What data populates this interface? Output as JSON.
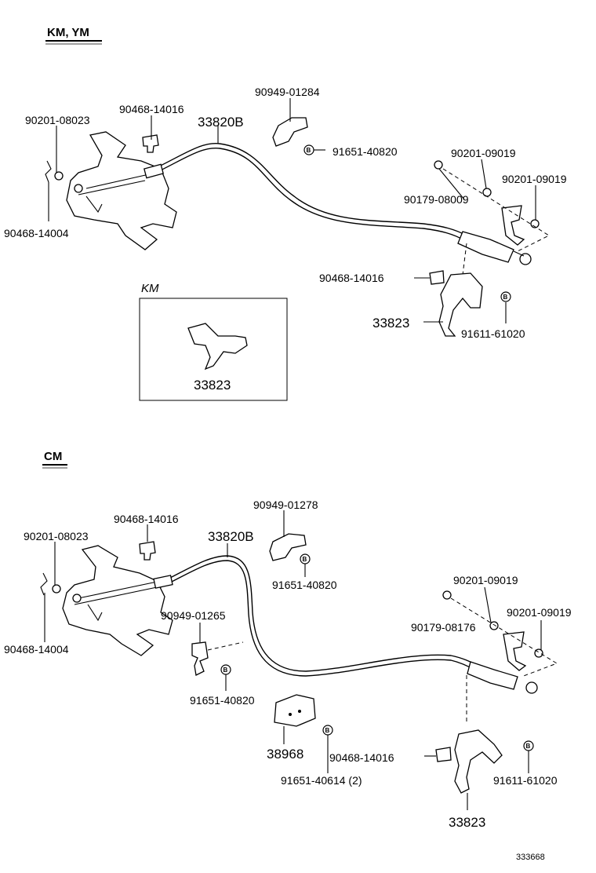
{
  "sections": [
    {
      "title": "KM, YM",
      "labels": {
        "p90201_08023": "90201-08023",
        "p90468_14016_a": "90468-14016",
        "p33820B": "33820B",
        "p90949_01284": "90949-01284",
        "p91651_40820": "91651-40820",
        "p90201_09019_a": "90201-09019",
        "p90201_09019_b": "90201-09019",
        "p90179_08009": "90179-08009",
        "p90468_14004": "90468-14004",
        "p90468_14016_b": "90468-14016",
        "p33823": "33823",
        "p91611_61020": "91611-61020"
      },
      "inset": {
        "title": "KM",
        "part": "33823"
      }
    },
    {
      "title": "CM",
      "labels": {
        "p90201_08023": "90201-08023",
        "p90468_14016_a": "90468-14016",
        "p33820B": "33820B",
        "p90949_01278": "90949-01278",
        "p91651_40820_a": "91651-40820",
        "p90949_01265": "90949-01265",
        "p90468_14004": "90468-14004",
        "p91651_40820_b": "91651-40820",
        "p38968": "38968",
        "p91651_40614": "91651-40614 (2)",
        "p90468_14016_b": "90468-14016",
        "p90201_09019_a": "90201-09019",
        "p90179_08176": "90179-08176",
        "p90201_09019_b": "90201-09019",
        "p91611_61020": "91611-61020",
        "p33823": "33823"
      }
    }
  ],
  "bolt_marker": "B",
  "figure_id": "333668"
}
